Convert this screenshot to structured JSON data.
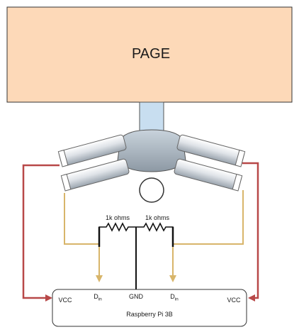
{
  "title_block": {
    "label": "PAGE"
  },
  "resistors": [
    {
      "label": "1k ohms"
    },
    {
      "label": "1k ohms"
    }
  ],
  "board": {
    "label": "Raspberry Pi 3B",
    "pins": [
      {
        "id": "vcc-left",
        "text": "VCC",
        "sub": ""
      },
      {
        "id": "din-left",
        "text": "D",
        "sub": "in"
      },
      {
        "id": "gnd",
        "text": "GND",
        "sub": ""
      },
      {
        "id": "din-right",
        "text": "D",
        "sub": "in"
      },
      {
        "id": "vcc-right",
        "text": "VCC",
        "sub": ""
      }
    ]
  },
  "colors": {
    "page_fill": "#fdd9b8",
    "page_stroke": "#333333",
    "power_wire": "#b84848",
    "signal_wire": "#d8b56a",
    "ground_wire": "#111111",
    "column_fill": "#c8def0"
  }
}
